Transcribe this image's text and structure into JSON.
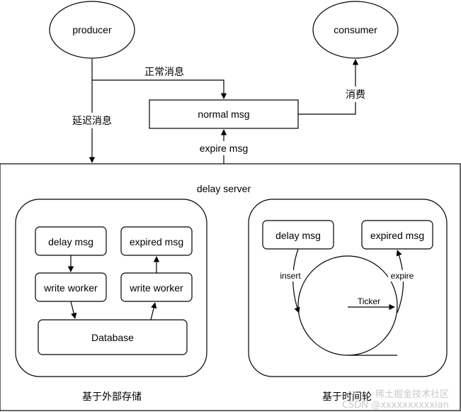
{
  "nodes": {
    "producer": "producer",
    "consumer": "consumer",
    "normal_msg": "normal msg",
    "delay_server": "delay server",
    "left_delay_msg": "delay msg",
    "left_expired_msg": "expired msg",
    "left_write_worker_1": "write worker",
    "left_write_worker_2": "write worker",
    "database": "Database",
    "right_delay_msg": "delay msg",
    "right_expired_msg": "expired msg"
  },
  "edge_labels": {
    "normal_message": "正常消息",
    "delayed_message": "延迟消息",
    "consume": "消费",
    "expire_msg": "expire msg",
    "insert": "insert",
    "expire": "expire",
    "ticker": "Ticker"
  },
  "captions": {
    "external_storage": "基于外部存储",
    "time_wheel": "基于时间轮"
  },
  "watermark": {
    "line1": "稀土掘金技术社区",
    "line2": "CSDN @xxxxxxxxxxian"
  }
}
